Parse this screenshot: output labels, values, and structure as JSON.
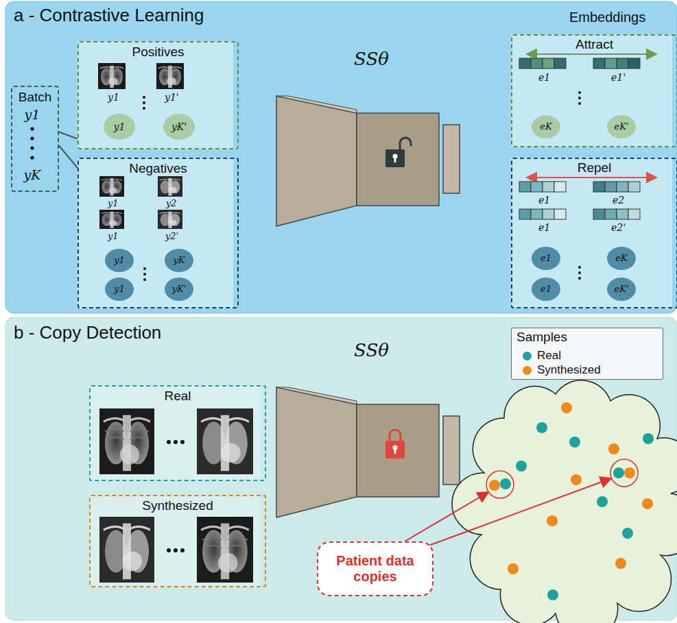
{
  "diagram": {
    "nodes": [
      {
        "text": [
          "a - Contrastive Learning"
        ]
      },
      {
        "text": [
          "Batch",
          "y1",
          "yK"
        ],
        "in": 0
      },
      {
        "text": [
          "Positives",
          "y1",
          "y1'"
        ],
        "in": 0
      },
      {
        "text": [
          "y1"
        ],
        "in": 2
      },
      {
        "text": [
          "yK'"
        ],
        "in": 2
      },
      {
        "text": [
          "Negatives",
          "y1",
          "y2",
          "y1",
          "y2'"
        ],
        "in": 0
      },
      {
        "text": [
          "y1"
        ],
        "in": 5
      },
      {
        "text": [
          "yK"
        ],
        "in": 5
      },
      {
        "text": [
          "y1"
        ],
        "in": 5
      },
      {
        "text": [
          "yK'"
        ],
        "in": 5
      },
      {
        "text": [
          "SSθ"
        ],
        "in": 0
      },
      {
        "text": [
          "Attract",
          "e1",
          "e1'"
        ],
        "in": 0
      },
      {
        "text": [
          "eK"
        ],
        "in": 11
      },
      {
        "text": [
          "eK'"
        ],
        "in": 11
      },
      {
        "text": [
          "Repel",
          "e1",
          "e2",
          "e1",
          "e2'"
        ],
        "in": 0
      },
      {
        "text": [
          "e1"
        ],
        "in": 14
      },
      {
        "text": [
          "eK"
        ],
        "in": 14
      },
      {
        "text": [
          "e1"
        ],
        "in": 14
      },
      {
        "text": [
          "eK'"
        ],
        "in": 14
      },
      {
        "text": [
          "b - Copy Detection"
        ]
      },
      {
        "text": [
          "Real"
        ],
        "in": 19
      },
      {
        "text": [
          "Synthesized"
        ],
        "in": 19
      },
      {
        "text": [
          "SSθ"
        ],
        "in": 19
      },
      {
        "text": [
          "Samples"
        ],
        "in": 19
      },
      {
        "text": [
          "Patient data copies"
        ],
        "in": 19
      }
    ],
    "edges": [
      {
        "from": 1,
        "to": 2,
        "arrow": "none"
      },
      {
        "from": 1,
        "to": 5,
        "arrow": "none"
      }
    ],
    "labels": [
      "Embeddings"
    ],
    "legend": [
      {
        "text": "Real",
        "color": "#1ea39c"
      },
      {
        "text": "Synthesized",
        "color": "#f0891d"
      }
    ]
  }
}
